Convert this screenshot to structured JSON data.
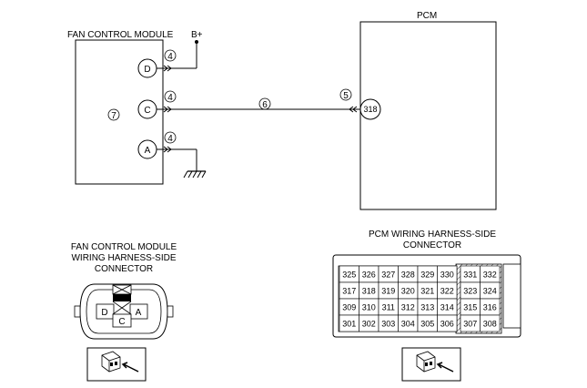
{
  "fan_module": {
    "title": "FAN CONTROL MODULE",
    "ref": "7",
    "pins": {
      "D": "D",
      "C": "C",
      "A": "A"
    }
  },
  "power": {
    "label": "B+"
  },
  "pcm": {
    "title": "PCM",
    "pin": "318"
  },
  "harness_refs": {
    "d_conn": "4",
    "c_conn": "4",
    "a_conn": "4",
    "wire": "6",
    "pcm_conn": "5"
  },
  "fan_connector": {
    "title_lines": [
      "FAN CONTROL MODULE",
      "WIRING HARNESS-SIDE",
      "CONNECTOR"
    ],
    "pins": [
      "D",
      "C",
      "A"
    ]
  },
  "pcm_connector": {
    "title_lines": [
      "PCM WIRING HARNESS-SIDE",
      "CONNECTOR"
    ],
    "main_rows": [
      [
        "325",
        "326",
        "327",
        "328",
        "329",
        "330"
      ],
      [
        "317",
        "318",
        "319",
        "320",
        "321",
        "322"
      ],
      [
        "309",
        "310",
        "311",
        "312",
        "313",
        "314"
      ],
      [
        "301",
        "302",
        "303",
        "304",
        "305",
        "306"
      ]
    ],
    "side_rows": [
      [
        "331",
        "332"
      ],
      [
        "323",
        "324"
      ],
      [
        "315",
        "316"
      ],
      [
        "307",
        "308"
      ]
    ]
  }
}
